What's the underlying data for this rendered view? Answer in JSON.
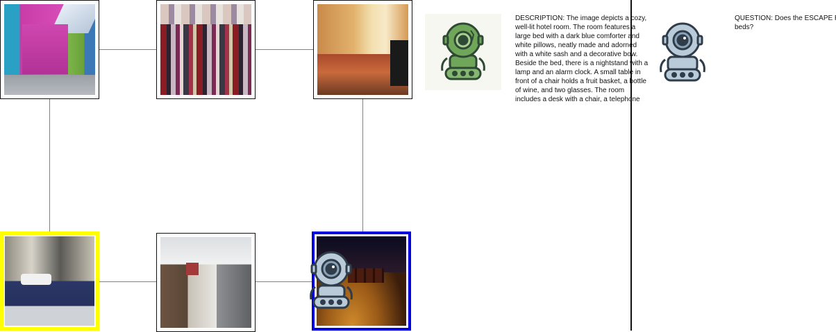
{
  "rooms": [
    {
      "id": "attic",
      "description": "pink attic room with skylight"
    },
    {
      "id": "closet",
      "description": "closet full of hanging clothes"
    },
    {
      "id": "hotel-room",
      "description": "warm lit hotel room"
    },
    {
      "id": "bedroom",
      "description": "bedroom with dark blue comforter",
      "highlight": "yellow"
    },
    {
      "id": "kitchen",
      "description": "galley kitchen"
    },
    {
      "id": "home-theater",
      "description": "home theater with agent",
      "highlight": "blue"
    }
  ],
  "colors": {
    "highlight_yellow": "#ffff00",
    "highlight_blue": "#0000dd",
    "connector": "#808080",
    "describer_robot": "#6fa65a",
    "questioner_robot": "#b9cbd9"
  },
  "describer": {
    "icon": "green-robot-icon",
    "text": "DESCRIPTION: The image depicts a cozy, well-lit hotel room. The room features a large bed with a dark blue comforter and white pillows, neatly made and adorned with a white sash and a decorative bow. Beside the bed, there is a nightstand with a lamp and an alarm clock. A small table in front of a chair holds a fruit basket, a bottle of wine, and two glasses. The room includes a desk with a chair, a telephone"
  },
  "questioner": {
    "icon": "blue-robot-icon",
    "text": "QUESTION: Does the ESCAPE ROOM have beds?"
  }
}
